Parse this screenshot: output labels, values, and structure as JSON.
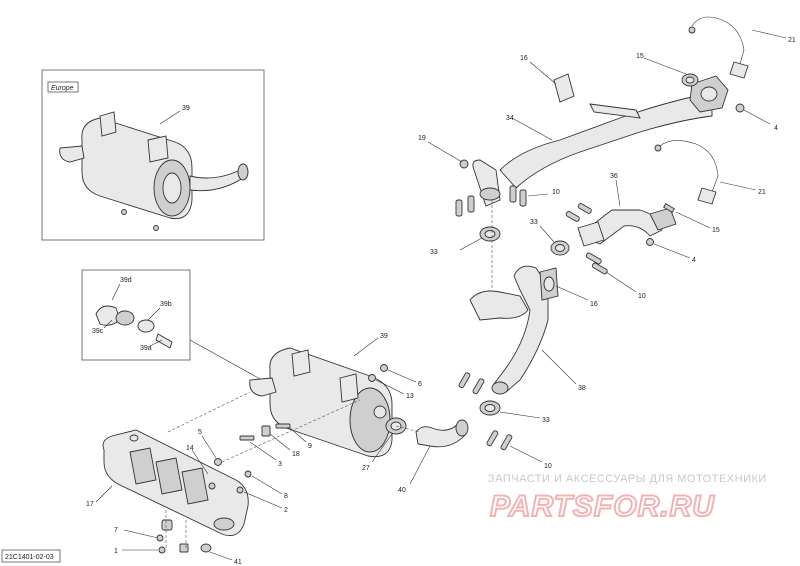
{
  "diagram": {
    "inset_top_label": "Europe",
    "code": "21C1401-02-03",
    "watermark_line1": "ЗАПЧАСТИ И АКСЕССУАРЫ ДЛЯ МОТОТЕХНИКИ",
    "watermark_line2": "PARTSFOR.RU",
    "callouts": {
      "c21a": "21",
      "c15a": "15",
      "c16": "16",
      "c34": "34",
      "c4a": "4",
      "c19": "19",
      "c10a": "10",
      "c36": "36",
      "c21b": "21",
      "c15b": "15",
      "c33a": "33",
      "c33b": "33",
      "c4b": "4",
      "c16b": "16",
      "c10b": "10",
      "c39top": "39",
      "c39d": "39d",
      "c39b": "39b",
      "c39c": "39c",
      "c39a": "39a",
      "c39mid": "39",
      "c38": "38",
      "c6": "6",
      "c13": "13",
      "c33c": "33",
      "c10c": "10",
      "c9": "9",
      "c18": "18",
      "c3": "3",
      "c27": "27",
      "c40": "40",
      "c5": "5",
      "c14": "14",
      "c17": "17",
      "c8": "8",
      "c2": "2",
      "c7": "7",
      "c1": "1",
      "c41": "41"
    }
  }
}
